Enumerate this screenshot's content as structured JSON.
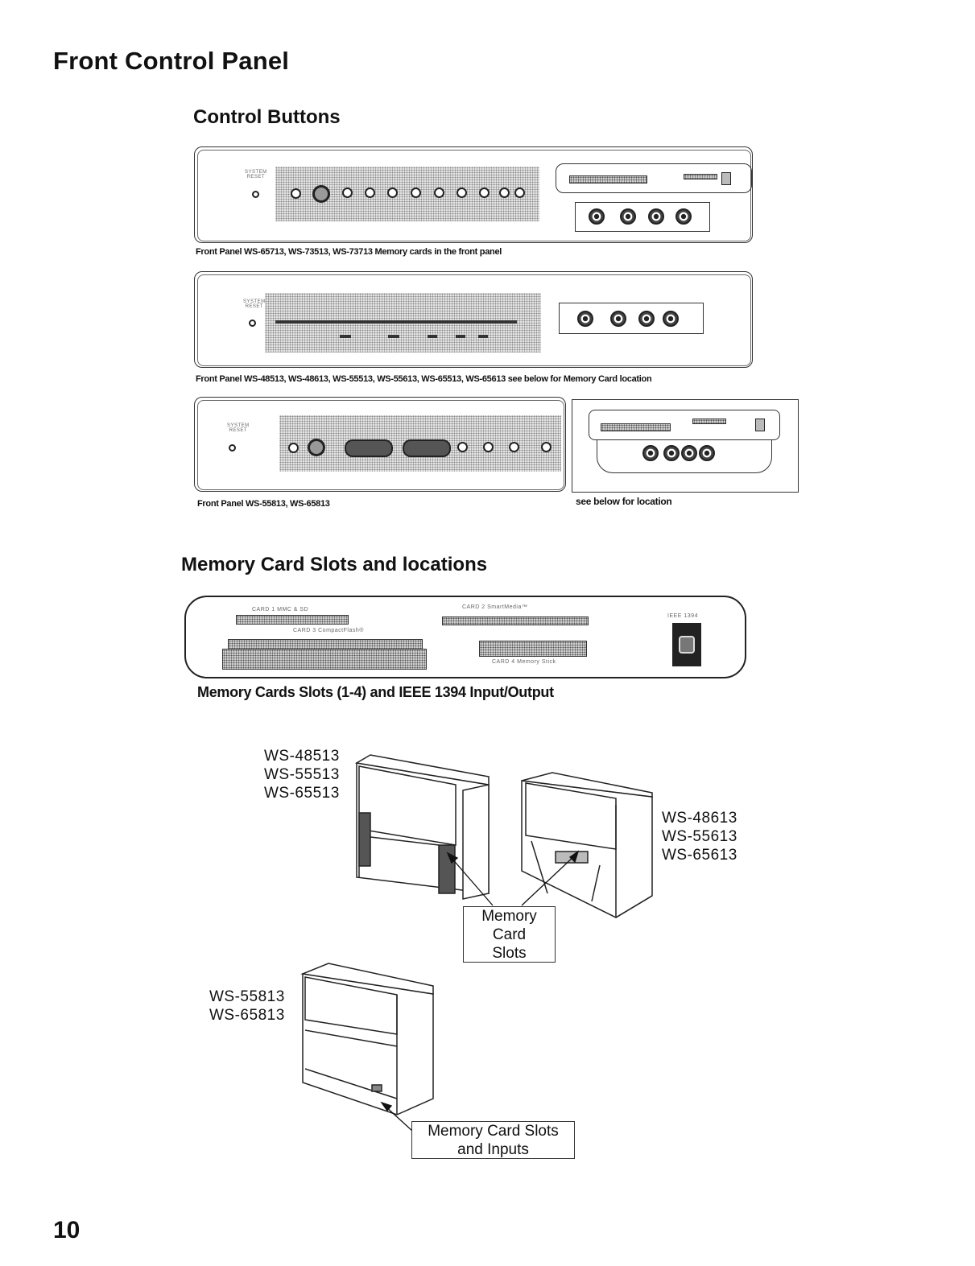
{
  "page_title": "Front Control Panel",
  "section_control_buttons": "Control Buttons",
  "panel1": {
    "caption": "Front Panel WS-65713, WS-73513, WS-73713 Memory cards in the front panel",
    "system_reset": "SYSTEM\nRESET"
  },
  "panel2": {
    "caption": "Front Panel WS-48513, WS-48613, WS-55513, WS-55613, WS-65513, WS-65613  see below for Memory Card location",
    "system_reset": "SYSTEM\nRESET"
  },
  "panel3": {
    "caption": "Front Panel WS-55813, WS-65813",
    "side_caption": "see below for location",
    "system_reset": "SYSTEM\nRESET"
  },
  "section_memory": "Memory Card Slots and locations",
  "memory_panel": {
    "card1": "CARD 1  MMC & SD",
    "card2": "CARD 2  SmartMedia™",
    "card3": "CARD 3  CompactFlash®",
    "card4": "CARD 4  Memory Stick",
    "ieee": "IEEE 1394",
    "caption": "Memory Cards Slots (1-4) and IEEE 1394 Input/Output"
  },
  "tv_diagrams": {
    "group1": "WS-48513\nWS-55513\nWS-65513",
    "group2": "WS-48613\nWS-55613\nWS-65613",
    "group3": "WS-55813\nWS-65813",
    "callout1": "Memory\nCard\nSlots",
    "callout2": "Memory Card Slots\nand Inputs"
  },
  "page_number": "10"
}
